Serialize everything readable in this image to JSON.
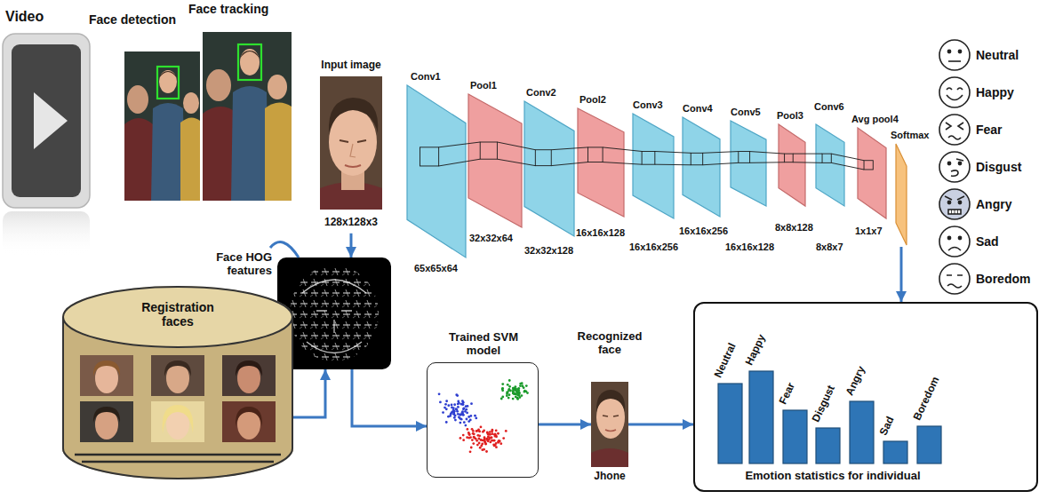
{
  "diagram": {
    "nodes": [
      {
        "text": [
          "Video"
        ]
      },
      {
        "text": [
          "Face detection"
        ]
      },
      {
        "text": [
          "Face tracking"
        ]
      },
      {
        "text": [
          "Input image",
          "128x128x3"
        ]
      },
      {
        "text": [
          "Conv1",
          "65x65x64"
        ]
      },
      {
        "text": [
          "Pool1",
          "32x32x64"
        ]
      },
      {
        "text": [
          "Conv2",
          "32x32x128"
        ]
      },
      {
        "text": [
          "Pool2",
          "16x16x128"
        ]
      },
      {
        "text": [
          "Conv3",
          "16x16x256"
        ]
      },
      {
        "text": [
          "Conv4",
          "16x16x256"
        ]
      },
      {
        "text": [
          "Conv5",
          "16x16x128"
        ]
      },
      {
        "text": [
          "Pool3",
          "8x8x128"
        ]
      },
      {
        "text": [
          "Conv6",
          "8x8x7"
        ]
      },
      {
        "text": [
          "Avg pool4",
          "1x1x7"
        ]
      },
      {
        "text": [
          "Softmax"
        ]
      },
      {
        "text": [
          "Face HOG features"
        ]
      },
      {
        "text": [
          "Registration faces"
        ]
      },
      {
        "text": [
          "Trained SVM model"
        ]
      },
      {
        "text": [
          "Recognized face",
          "Jhone"
        ]
      },
      {
        "text": [
          "Emotion statistics for individual"
        ]
      }
    ],
    "edges": [
      {
        "from": 4,
        "to": 5,
        "arrow": "none"
      },
      {
        "from": 5,
        "to": 6,
        "arrow": "none"
      },
      {
        "from": 6,
        "to": 7,
        "arrow": "none"
      },
      {
        "from": 7,
        "to": 8,
        "arrow": "none"
      },
      {
        "from": 8,
        "to": 9,
        "arrow": "none"
      },
      {
        "from": 9,
        "to": 10,
        "arrow": "none"
      },
      {
        "from": 10,
        "to": 11,
        "arrow": "none"
      },
      {
        "from": 11,
        "to": 12,
        "arrow": "none"
      },
      {
        "from": 12,
        "to": 13,
        "arrow": "none"
      },
      {
        "from": 3,
        "to": 15,
        "arrow": "to"
      },
      {
        "from": 16,
        "to": 15,
        "arrow": "to"
      },
      {
        "from": 15,
        "to": 17,
        "arrow": "to"
      },
      {
        "from": 17,
        "to": 18,
        "arrow": "to"
      },
      {
        "from": 18,
        "to": 19,
        "arrow": "to"
      },
      {
        "from": 14,
        "to": 19,
        "arrow": "to"
      }
    ],
    "labels": [
      "Neutral",
      "Happy",
      "Fear",
      "Disgust",
      "Angry",
      "Sad",
      "Boredom",
      "Neutral",
      "Happy",
      "Fear",
      "Disgust",
      "Angry",
      "Sad",
      "Boredom"
    ]
  }
}
